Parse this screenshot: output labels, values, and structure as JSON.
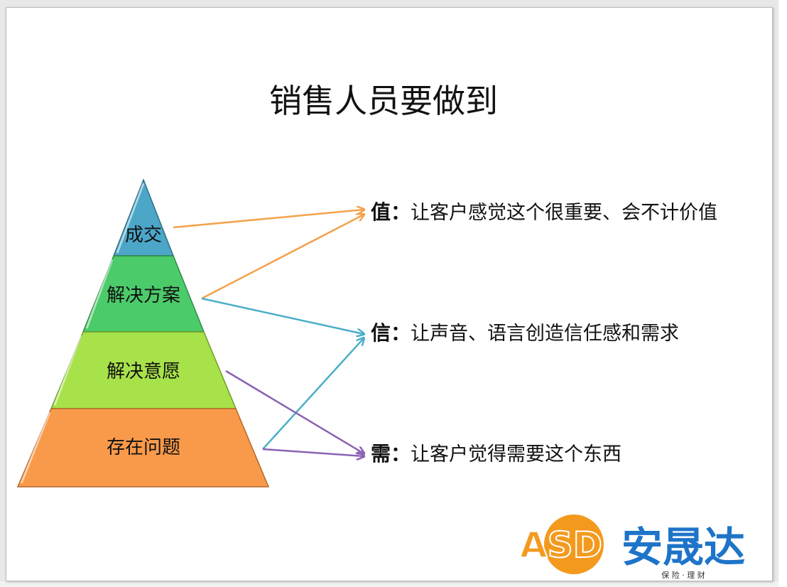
{
  "title": "销售人员要做到",
  "pyramid": [
    {
      "label": "成交",
      "color": "#4BA6C8"
    },
    {
      "label": "解决方案",
      "color": "#4CCB6A"
    },
    {
      "label": "解决意愿",
      "color": "#A8E24A"
    },
    {
      "label": "存在问题",
      "color": "#F99A4A"
    }
  ],
  "points": [
    {
      "head": "值：",
      "text": "让客户感觉这个很重要、会不计价值"
    },
    {
      "head": "信：",
      "text": "让声音、语言创造信任感和需求"
    },
    {
      "head": "需：",
      "text": "让客户觉得需要这个东西"
    }
  ],
  "arrow_colors": {
    "orange": "#F4A24C",
    "teal": "#4AAFC8",
    "purple": "#8A62B5"
  },
  "logo": {
    "letters": "ASD",
    "name": "安晟达",
    "tagline": "保 险 · 理 财",
    "orange": "#F39A1E",
    "blue": "#1E74C8"
  }
}
